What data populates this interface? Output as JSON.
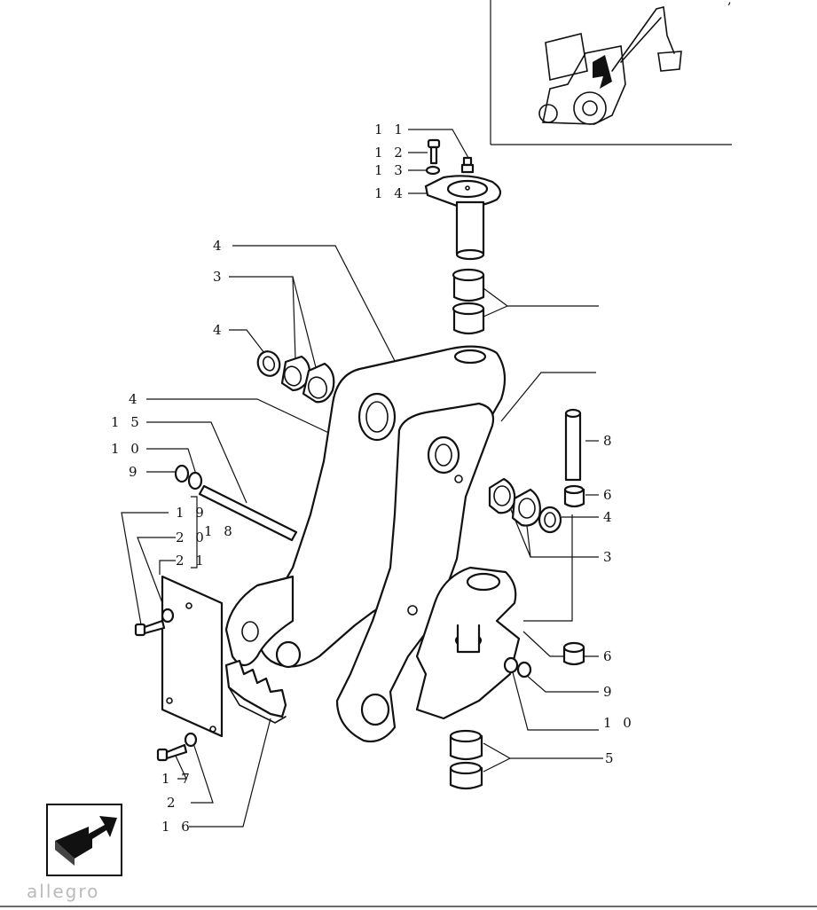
{
  "callouts": [
    {
      "id": "c-11a",
      "text": "1 1"
    },
    {
      "id": "c-12",
      "text": "1 2"
    },
    {
      "id": "c-13",
      "text": "1 3"
    },
    {
      "id": "c-14",
      "text": "1 4"
    },
    {
      "id": "c-4a",
      "text": "4"
    },
    {
      "id": "c-3a",
      "text": "3"
    },
    {
      "id": "c-4b",
      "text": "4"
    },
    {
      "id": "c-4c",
      "text": "4"
    },
    {
      "id": "c-15",
      "text": "1 5"
    },
    {
      "id": "c-10a",
      "text": "1 0"
    },
    {
      "id": "c-9a",
      "text": "9"
    },
    {
      "id": "c-19",
      "text": "1 9"
    },
    {
      "id": "c-18",
      "text": "1 8"
    },
    {
      "id": "c-20",
      "text": "2 0"
    },
    {
      "id": "c-21",
      "text": "2 1"
    },
    {
      "id": "c-17",
      "text": "1 7"
    },
    {
      "id": "c-2",
      "text": "2"
    },
    {
      "id": "c-16",
      "text": "1 6"
    },
    {
      "id": "c-8",
      "text": "8"
    },
    {
      "id": "c-6a",
      "text": "6"
    },
    {
      "id": "c-4d",
      "text": "4"
    },
    {
      "id": "c-3b",
      "text": "3"
    },
    {
      "id": "c-6b",
      "text": "6"
    },
    {
      "id": "c-9b",
      "text": "9"
    },
    {
      "id": "c-10b",
      "text": "1 0"
    },
    {
      "id": "c-5",
      "text": "5"
    }
  ],
  "watermark": "allegro"
}
